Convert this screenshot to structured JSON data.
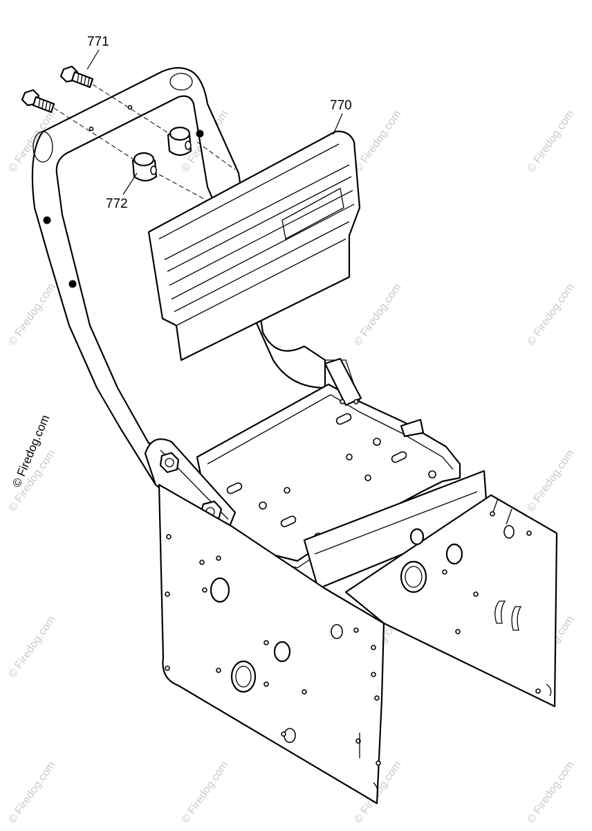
{
  "diagram": {
    "callouts": [
      {
        "id": "771",
        "label": "771"
      },
      {
        "id": "770",
        "label": "770"
      },
      {
        "id": "772",
        "label": "772"
      }
    ],
    "side_watermark": "© Firedog.com",
    "watermark": "© Firedog.com"
  }
}
